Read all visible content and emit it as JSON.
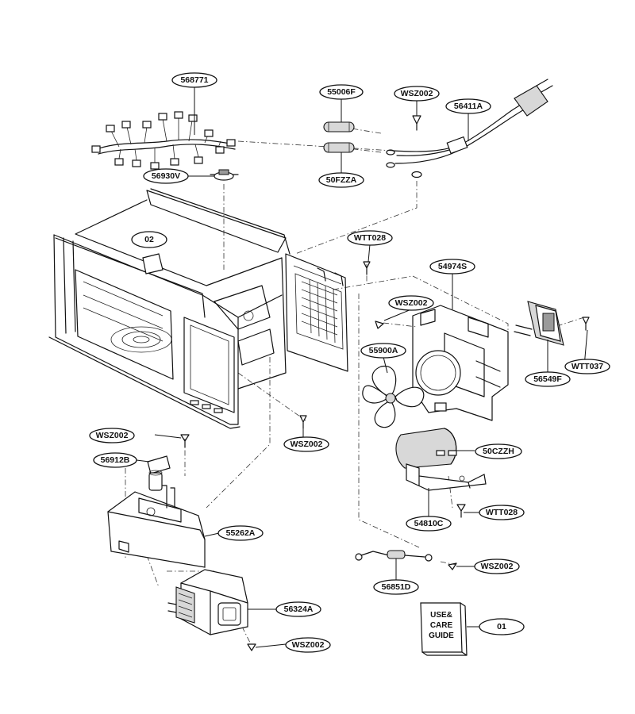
{
  "parts": {
    "p568771": "568771",
    "p55006F": "55006F",
    "pWSZ002_top": "WSZ002",
    "p56411A": "56411A",
    "p56930V": "56930V",
    "p50FZZA": "50FZZA",
    "p02": "02",
    "pWTT028_top": "WTT028",
    "p54974S": "54974S",
    "pWSZ002_mid": "WSZ002",
    "p55900A": "55900A",
    "p56549F": "56549F",
    "pWTT037": "WTT037",
    "pWSZ002_center": "WSZ002",
    "pWSZ002_left": "WSZ002",
    "p56912B": "56912B",
    "p50CZZH": "50CZZH",
    "p55262A": "55262A",
    "pWTT028_low": "WTT028",
    "p54810C": "54810C",
    "pWSZ002_right": "WSZ002",
    "p56851D": "56851D",
    "p56324A": "56324A",
    "p01": "01",
    "pWSZ002_bottom": "WSZ002"
  },
  "guide": {
    "line1": "USE&",
    "line2": "CARE",
    "line3": "GUIDE"
  }
}
